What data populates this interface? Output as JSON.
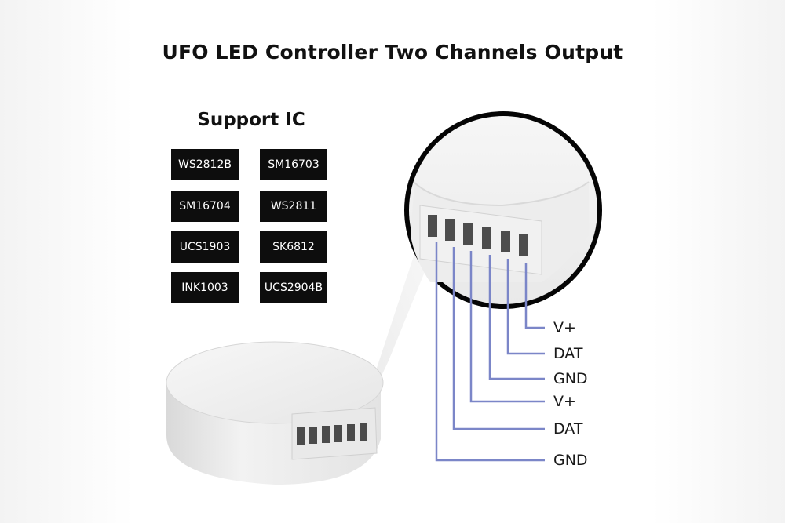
{
  "title": "UFO LED Controller Two Channels Output",
  "support": {
    "heading": "Support IC",
    "ics": [
      "WS2812B",
      "SM16703",
      "SM16704",
      "WS2811",
      "UCS1903",
      "SK6812",
      "INK1003",
      "UCS2904B"
    ]
  },
  "pins": [
    "V+",
    "DAT",
    "GND",
    "V+",
    "DAT",
    "GND"
  ],
  "colors": {
    "wire": "#7b86c8",
    "badge": "#0d0d0d",
    "device": "#eeeeee"
  }
}
